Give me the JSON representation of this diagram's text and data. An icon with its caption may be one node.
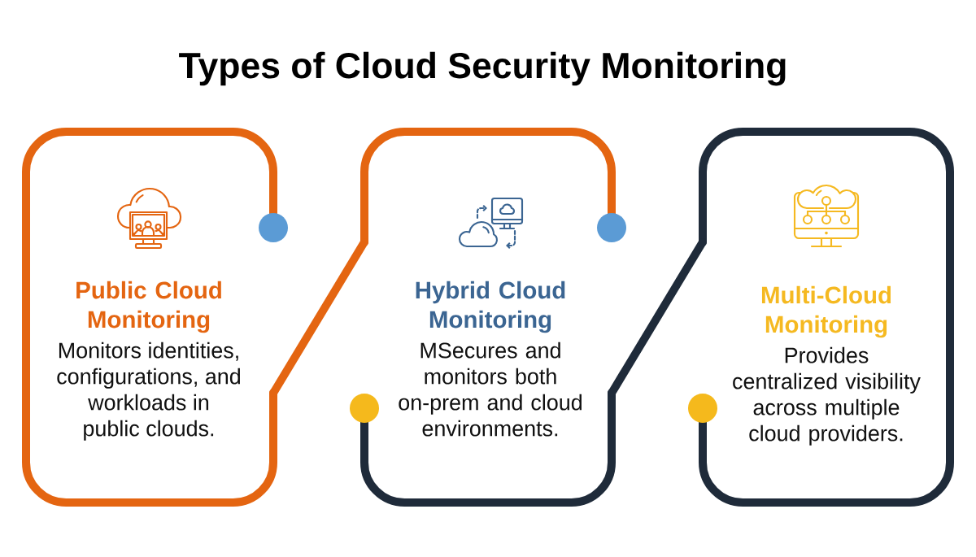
{
  "diagram": {
    "title": "Types of Cloud Security Monitoring",
    "nodes": [
      {
        "text": [
          "Public Cloud Monitoring",
          "Monitors identities, configurations, and workloads in public clouds."
        ]
      },
      {
        "text": [
          "Hybrid Cloud Monitoring",
          "MSecures and monitors both on-prem and cloud environments."
        ]
      },
      {
        "text": [
          "Multi-Cloud Monitoring",
          "Provides centralized visibility across multiple cloud providers."
        ]
      }
    ],
    "edges": [
      {
        "from": 0,
        "to": 1,
        "arrow": "none",
        "color": "#e46511"
      },
      {
        "from": 1,
        "to": 2,
        "arrow": "none",
        "color": "#1f2b3a"
      }
    ]
  }
}
